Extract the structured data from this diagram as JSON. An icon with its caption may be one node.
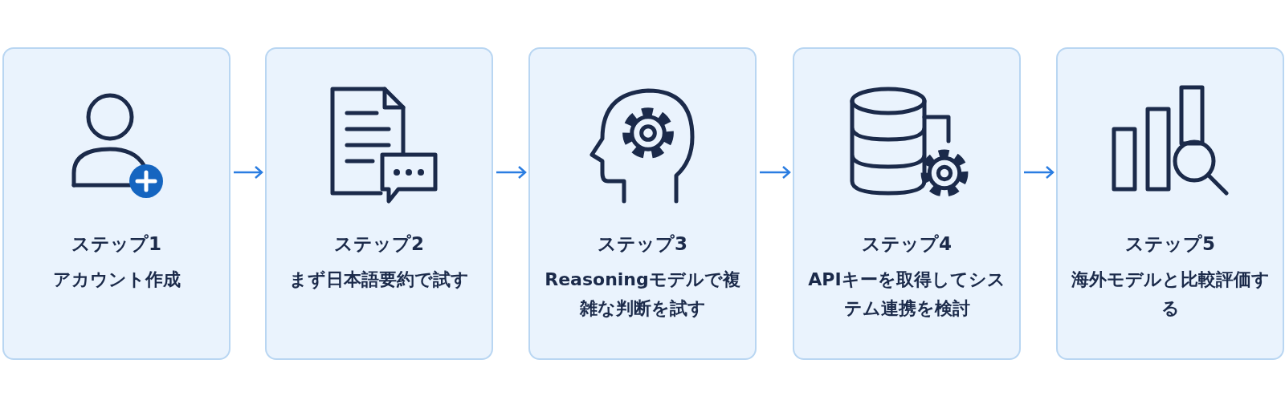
{
  "diagram": {
    "nodes": [
      {
        "text": [
          "ステップ1",
          "アカウント作成"
        ]
      },
      {
        "text": [
          "ステップ2",
          "まず日本語要約で試す"
        ]
      },
      {
        "text": [
          "ステップ3",
          "Reasoningモデルで複雑な判断を試す"
        ]
      },
      {
        "text": [
          "ステップ4",
          "APIキーを取得してシステム連携を検討"
        ]
      },
      {
        "text": [
          "ステップ5",
          "海外モデルと比較評価する"
        ]
      }
    ],
    "edges": [
      {
        "from": 0,
        "to": 1,
        "arrow": "to"
      },
      {
        "from": 1,
        "to": 2,
        "arrow": "to"
      },
      {
        "from": 2,
        "to": 3,
        "arrow": "to"
      },
      {
        "from": 3,
        "to": 4,
        "arrow": "to"
      }
    ]
  }
}
